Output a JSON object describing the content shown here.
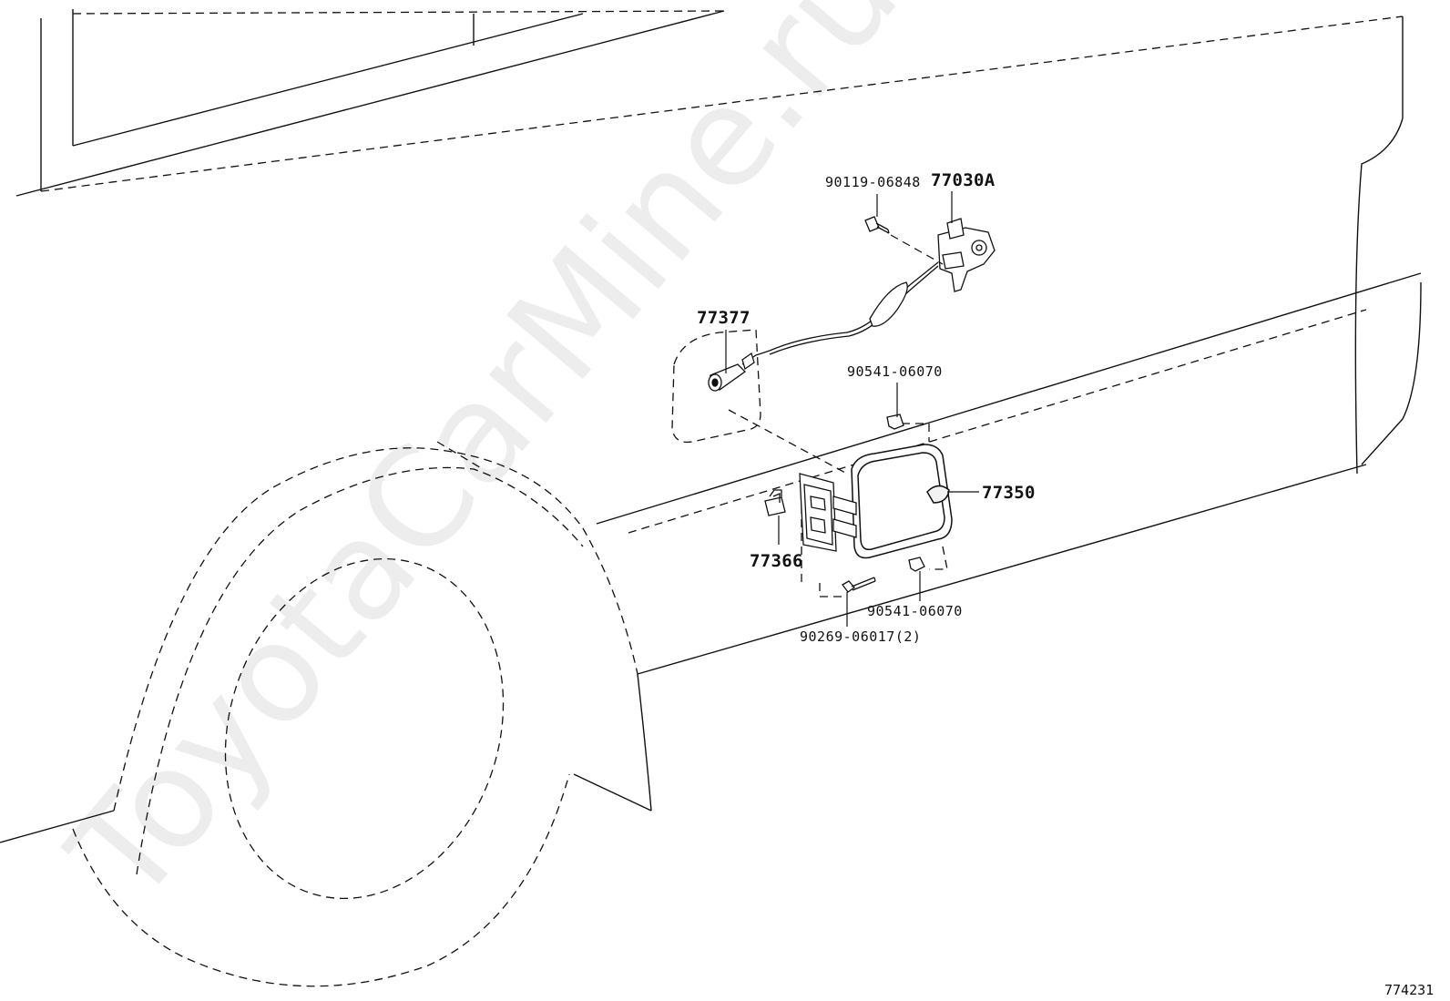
{
  "watermark": "ToyotaCarMine.ru",
  "figure_number": "774231",
  "parts": {
    "screw_top": "90119-06848",
    "lid_opener_motor": "77030A",
    "lock_cylinder": "77377",
    "cushion_upper": "90541-06070",
    "fuel_lid": "77350",
    "spring": "77366",
    "cushion_lower": "90541-06070",
    "screw_bottom": "90269-06017(2)"
  }
}
